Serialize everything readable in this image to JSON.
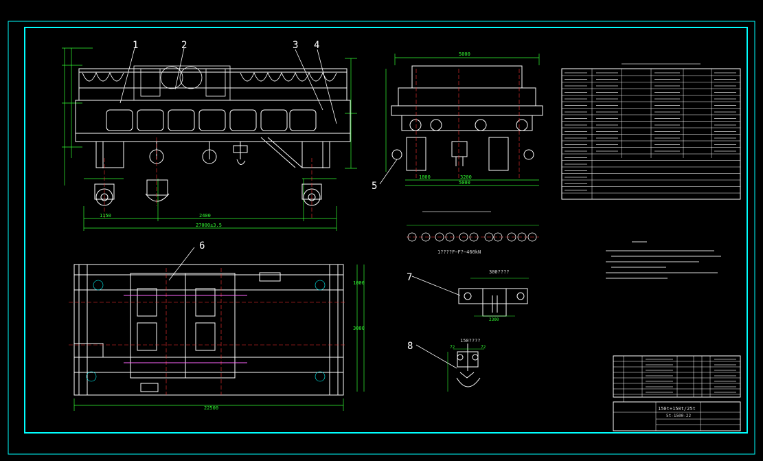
{
  "colors": {
    "background": "#000000",
    "frame": "#00ffff",
    "structure": "#ffffff",
    "dimension": "#33ff33",
    "centerline": "#ff3333",
    "rail": "#ff66ff",
    "accent_yellow": "#ffff33",
    "hatch": "#00ffff"
  },
  "balloons": [
    "1",
    "2",
    "3",
    "4",
    "5",
    "6",
    "7",
    "8"
  ],
  "front_view": {
    "dims": {
      "span_a": "1150",
      "span_b": "2400",
      "total": "27000±3.5"
    }
  },
  "end_view": {
    "dims": {
      "top": "5000",
      "d1": "1800",
      "d2": "3200",
      "d3": "5000"
    }
  },
  "wheel_diagram": {
    "label": "1????F−F?−460kN"
  },
  "plan_view": {
    "dims": {
      "bottom": "22500",
      "right_top": "1000",
      "right_mid": "3000"
    }
  },
  "detail_7": {
    "label": "300????",
    "dim": "2300"
  },
  "detail_8": {
    "label": "150????",
    "dim_l": "72",
    "dim_r": "72"
  },
  "title_block": {
    "title": "150t+150t/25t",
    "code": "5t-1500-22"
  }
}
